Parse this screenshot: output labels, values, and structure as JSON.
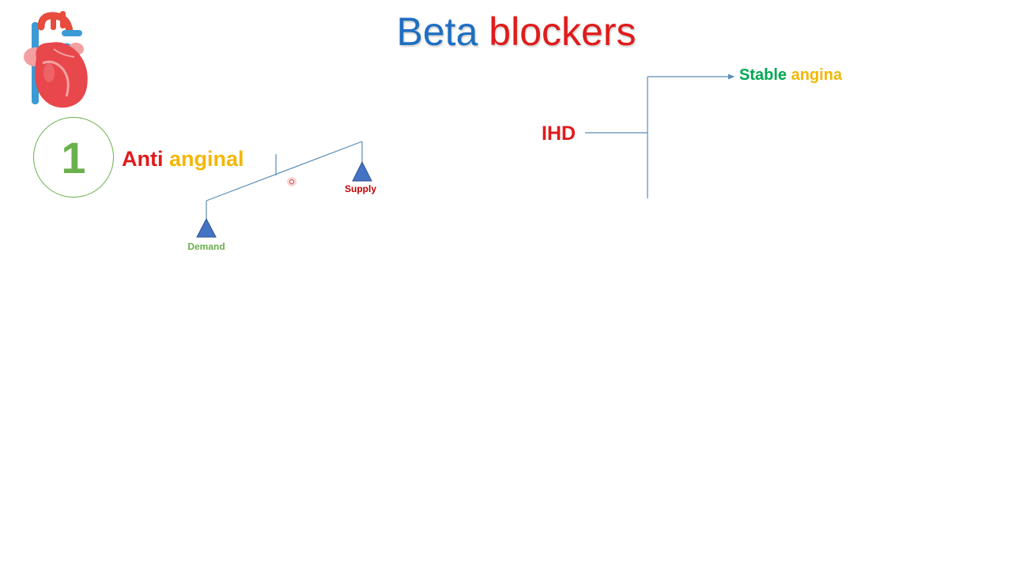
{
  "title": {
    "word1": "Beta",
    "word2": "blockers",
    "color1": "#1f6fc0",
    "color2": "#e01b1b"
  },
  "icons": {
    "heart": "heart-anatomy-icon"
  },
  "section1": {
    "number": "1",
    "heading_part1": "Anti",
    "heading_part2": "anginal",
    "color_number": "#6ab04c",
    "color_part1": "#e01b1b",
    "color_part2": "#f2b705"
  },
  "balance": {
    "supply_label": "Supply",
    "demand_label": "Demand",
    "supply_color": "#c00000",
    "demand_color": "#6ab04c",
    "triangle_color": "#4472c4",
    "beam_color": "#5b8db8"
  },
  "ihd": {
    "label": "IHD",
    "color": "#e01b1b",
    "branch1_part1": "Stable",
    "branch1_part2": "angina",
    "branch1_color1": "#00a651",
    "branch1_color2": "#f2b705",
    "line_color": "#5b8db8"
  }
}
